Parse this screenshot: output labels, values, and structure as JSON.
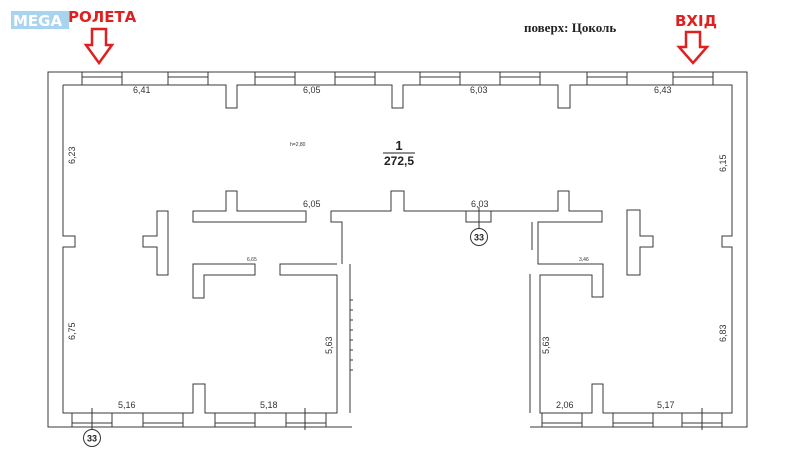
{
  "logo": {
    "text": "MEGA",
    "color": "#a8d4f0"
  },
  "labels": {
    "roleta": "РОЛЕТА",
    "entrance": "ВХІД",
    "floor": "поверх:  Цоколь",
    "accent": "#e02020"
  },
  "room": {
    "number": "1",
    "area": "272,5",
    "height": "h=2,80"
  },
  "dimensions": {
    "top": [
      "6,41",
      "6,05",
      "6,03",
      "6,43"
    ],
    "left_upper": "6,23",
    "left_lower": "6,75",
    "right_upper": "6,15",
    "right_lower": "6,83",
    "inner_left_wall": "6,05",
    "inner_mid_wall": "6,03",
    "small_left": "6,65",
    "small_right": "3,46",
    "left_room_height": "5,63",
    "right_room_height": "5,63",
    "bottom": [
      "5,16",
      "5,18",
      "2,06",
      "5,17"
    ]
  },
  "markers": [
    "33",
    "33"
  ]
}
